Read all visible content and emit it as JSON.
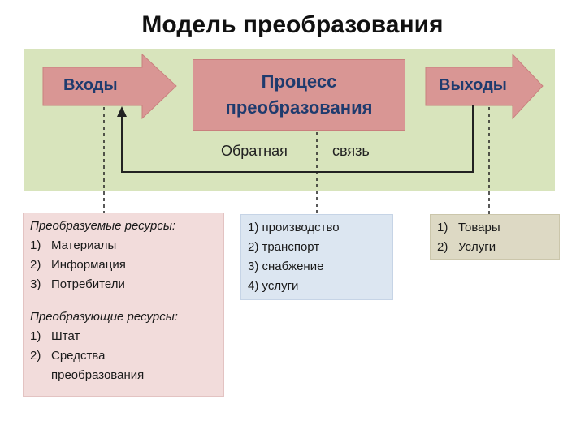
{
  "title": "Модель преобразования",
  "inputs_label": "Входы",
  "process_label": "Процесс\nпреобразования",
  "outputs_label": "Выходы",
  "feedback": {
    "left": "Обратная",
    "right": "связь"
  },
  "inputs_box": {
    "transformed_header": "Преобразуемые ресурсы:",
    "transformed_items": [
      {
        "num": "1)",
        "text": "Материалы"
      },
      {
        "num": "2)",
        "text": "Информация"
      },
      {
        "num": "3)",
        "text": "Потребители"
      }
    ],
    "transforming_header": "Преобразующие ресурсы:",
    "transforming_items": [
      {
        "num": "1)",
        "text": "Штат"
      },
      {
        "num": "2)",
        "text": "Средства\nпреобразования"
      }
    ]
  },
  "process_box": {
    "items": [
      "1) производство",
      "2) транспорт",
      "3) снабжение",
      "4) услуги"
    ]
  },
  "outputs_box": {
    "items": [
      {
        "num": "1)",
        "text": "Товары"
      },
      {
        "num": "2)",
        "text": "Услуги"
      }
    ]
  },
  "colors": {
    "band": "#d8e4bc",
    "arrow": "#d99694",
    "label_text": "#1f3b6e",
    "inputs_box": "#f2dcdb",
    "process_box": "#dce6f1",
    "outputs_box": "#ddd9c4"
  }
}
